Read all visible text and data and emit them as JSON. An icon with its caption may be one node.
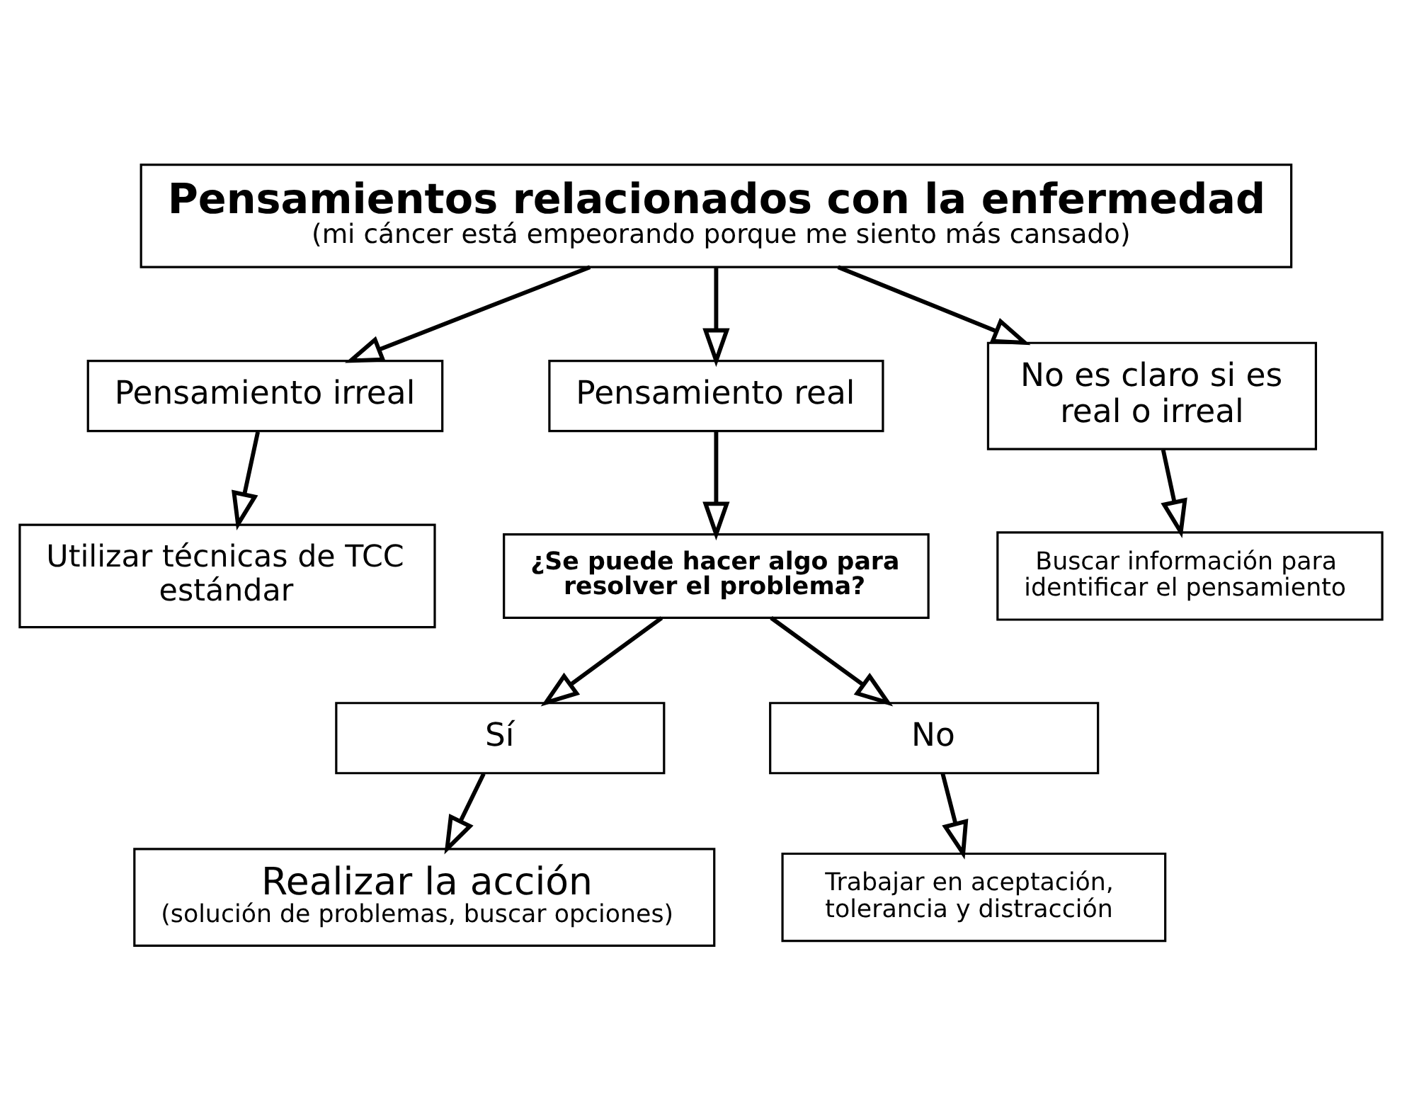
{
  "diagram": {
    "nodes": [
      {
        "text": [
          "Pensamientos relacionados con la enfermedad",
          "(mi cáncer está empeorando porque me siento más cansado)"
        ]
      },
      {
        "text": [
          "Pensamiento irreal"
        ]
      },
      {
        "text": [
          "Pensamiento real"
        ]
      },
      {
        "text": [
          "No es claro si es real o irreal"
        ]
      },
      {
        "text": [
          "Utilizar técnicas de TCC estándar"
        ]
      },
      {
        "text": [
          "¿Se puede hacer algo para resolver el problema?"
        ]
      },
      {
        "text": [
          "Buscar información para identificar el pensamiento"
        ]
      },
      {
        "text": [
          "Sí"
        ]
      },
      {
        "text": [
          "No"
        ]
      },
      {
        "text": [
          "Realizar la acción",
          "(solución de problemas, buscar opciones)"
        ]
      },
      {
        "text": [
          "Trabajar en aceptación, tolerancia y distracción"
        ]
      }
    ],
    "edges": [
      {
        "from": 0,
        "to": 1,
        "arrow": "to"
      },
      {
        "from": 0,
        "to": 2,
        "arrow": "to"
      },
      {
        "from": 0,
        "to": 3,
        "arrow": "to"
      },
      {
        "from": 1,
        "to": 4,
        "arrow": "to"
      },
      {
        "from": 2,
        "to": 5,
        "arrow": "to"
      },
      {
        "from": 3,
        "to": 6,
        "arrow": "to"
      },
      {
        "from": 5,
        "to": 7,
        "arrow": "to"
      },
      {
        "from": 5,
        "to": 8,
        "arrow": "to"
      },
      {
        "from": 7,
        "to": 9,
        "arrow": "to"
      },
      {
        "from": 8,
        "to": 10,
        "arrow": "to"
      }
    ]
  }
}
